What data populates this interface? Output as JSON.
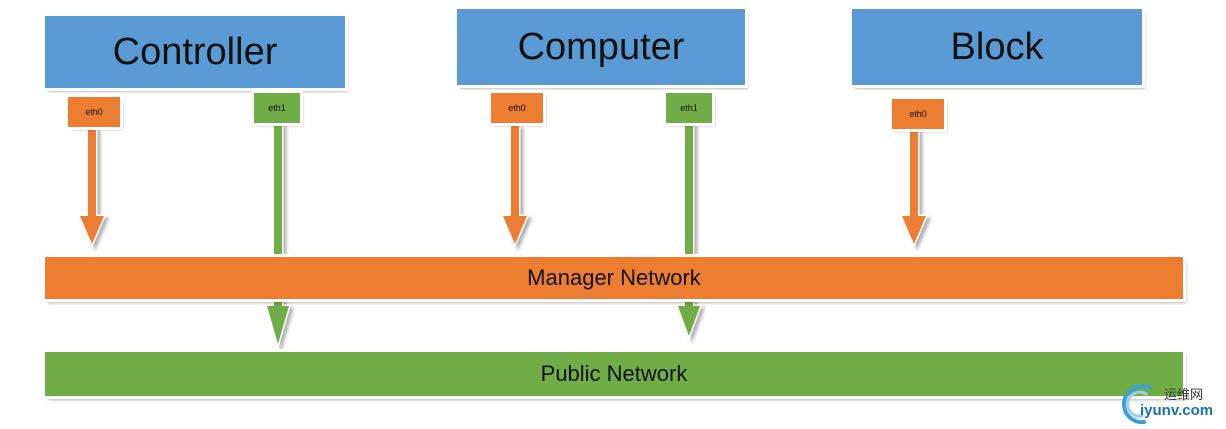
{
  "nodes": [
    {
      "id": "controller",
      "label": "Controller"
    },
    {
      "id": "computer",
      "label": "Computer"
    },
    {
      "id": "block",
      "label": "Block"
    }
  ],
  "ports": [
    {
      "node": "controller",
      "label": "eth0",
      "color": "#ed7d31",
      "target": "Manager Network"
    },
    {
      "node": "controller",
      "label": "eth1",
      "color": "#70ad47",
      "target": "Public Network"
    },
    {
      "node": "computer",
      "label": "eth0",
      "color": "#ed7d31",
      "target": "Manager Network"
    },
    {
      "node": "computer",
      "label": "eth1",
      "color": "#70ad47",
      "target": "Public Network"
    },
    {
      "node": "block",
      "label": "eth0",
      "color": "#ed7d31",
      "target": "Manager Network"
    }
  ],
  "networks": {
    "manager": {
      "label": "Manager Network",
      "color": "#ed7d31"
    },
    "public": {
      "label": "Public Network",
      "color": "#70ad47"
    }
  },
  "colors": {
    "node_fill": "#5b9bd5",
    "manager_orange": "#ed7d31",
    "public_green": "#70ad47"
  },
  "watermark": {
    "cn_text": "运维网",
    "en_text": "iyunv.com"
  }
}
